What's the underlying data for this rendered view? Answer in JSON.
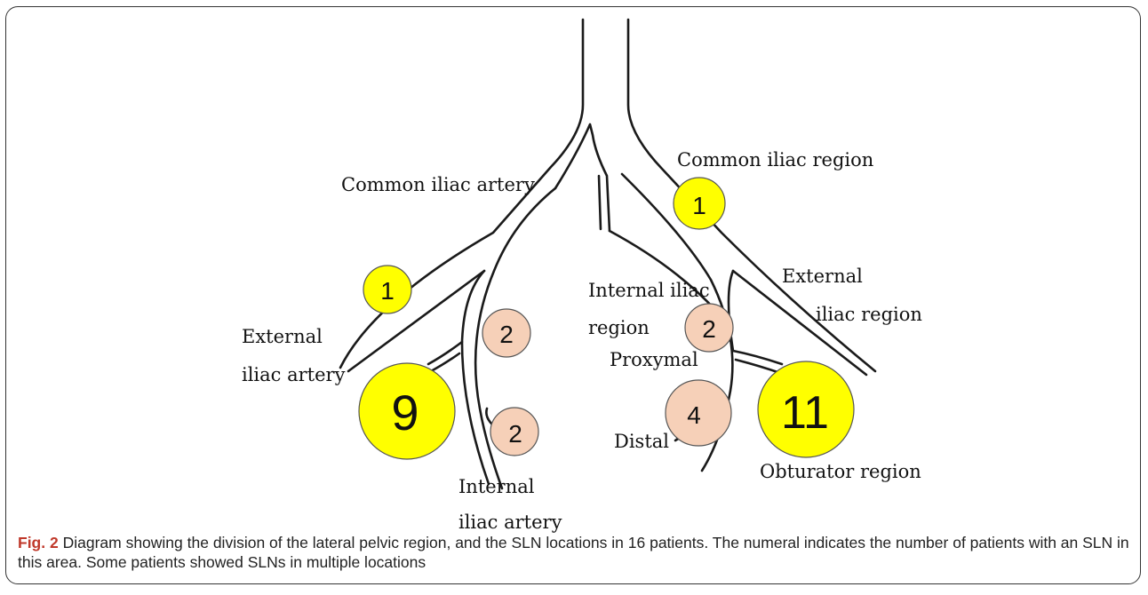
{
  "labels": {
    "common_iliac_artery": "Common iliac artery",
    "common_iliac_region": "Common iliac region",
    "external_iliac_region_1": "External",
    "external_iliac_region_2": "iliac region",
    "internal_iliac_region_1": "Internal  iliac",
    "internal_iliac_region_2": "region",
    "proxymal": "Proxymal",
    "distal": "Distal",
    "external_iliac_artery_1": "External",
    "external_iliac_artery_2": "iliac artery",
    "internal_iliac_artery_1": "Internal",
    "internal_iliac_artery_2": "iliac artery",
    "obturator_region": "Obturator region"
  },
  "nodes": {
    "left_external": "1",
    "left_obturator": "9",
    "left_internal_proximal": "2",
    "left_internal_distal": "2",
    "right_common": "1",
    "right_internal_proximal": "2",
    "right_internal_distal": "4",
    "right_obturator": "11"
  },
  "colors": {
    "yellow_node": "#ffff00",
    "peach_node": "#f6d0b8",
    "caption_label": "#c0392b"
  },
  "caption": {
    "label": "Fig. 2",
    "text": "Diagram showing the division of the lateral pelvic region, and the SLN locations in 16 patients. The numeral indicates the number of patients with an SLN in this area. Some patients showed SLNs in multiple locations"
  }
}
